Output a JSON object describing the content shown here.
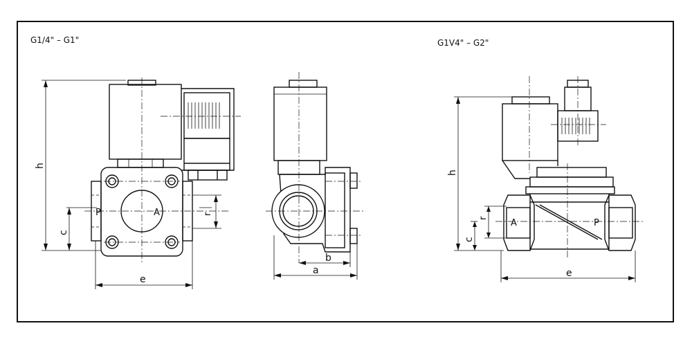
{
  "sizes": {
    "left": "G1/4\" – G1\"",
    "right": "G1V4\" – G2\""
  },
  "ports": {
    "inlet": "P",
    "outlet": "A"
  },
  "dimensions": {
    "h": "h",
    "c": "c",
    "r": "r",
    "e": "e",
    "a": "a",
    "b": "b"
  }
}
